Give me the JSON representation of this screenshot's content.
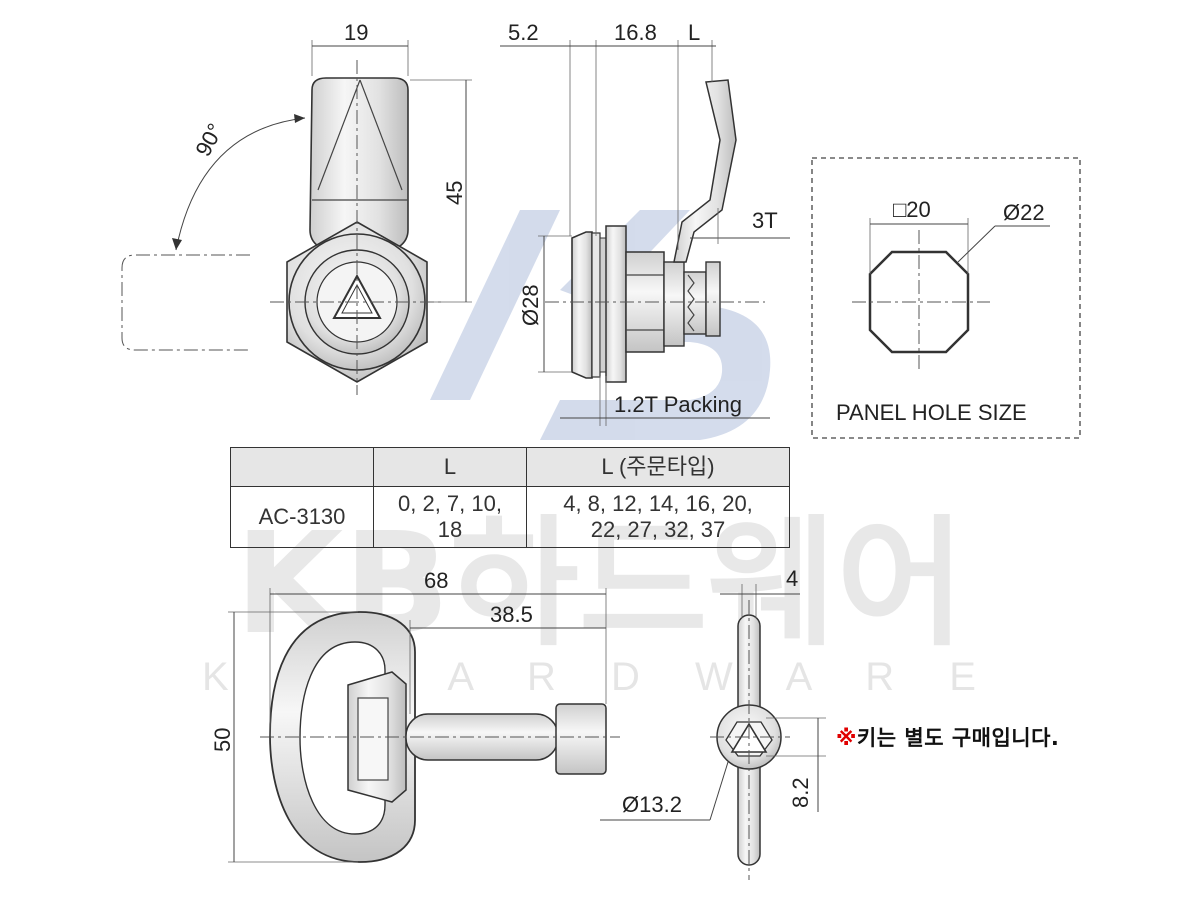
{
  "watermark": {
    "logo": "KB",
    "brand_ko": "KB하드웨어",
    "brand_en": "K B   H A R D W A R E"
  },
  "front_view": {
    "dims": {
      "width": "19",
      "height": "45",
      "angle": "90°"
    }
  },
  "side_view": {
    "dims": {
      "a": "5.2",
      "b": "16.8",
      "c": "L",
      "thickness": "3T",
      "diameter": "Ø28",
      "packing": "1.2T Packing"
    }
  },
  "panel_hole": {
    "title": "PANEL HOLE SIZE",
    "square": "□20",
    "diameter": "Ø22"
  },
  "spec_table": {
    "headers": [
      "",
      "L",
      "L (주문타입)"
    ],
    "rows": [
      {
        "model": "AC-3130",
        "l": "0, 2, 7, 10,\n18",
        "l_order": "4, 8, 12, 14, 16, 20,\n22, 27, 32, 37"
      }
    ]
  },
  "key_view": {
    "dims": {
      "length": "68",
      "shaft": "38.5",
      "height": "50",
      "thickness": "4",
      "tip_diameter": "Ø13.2",
      "tip_size": "8.2"
    }
  },
  "note": {
    "mark": "※",
    "text": "키는 별도 구매입니다."
  },
  "colors": {
    "line": "#333333",
    "table_header_bg": "#e6e6e6",
    "note_mark": "#e00000",
    "watermark_blue": "#3a5ea8",
    "watermark_gray": "#9a9a9a"
  }
}
